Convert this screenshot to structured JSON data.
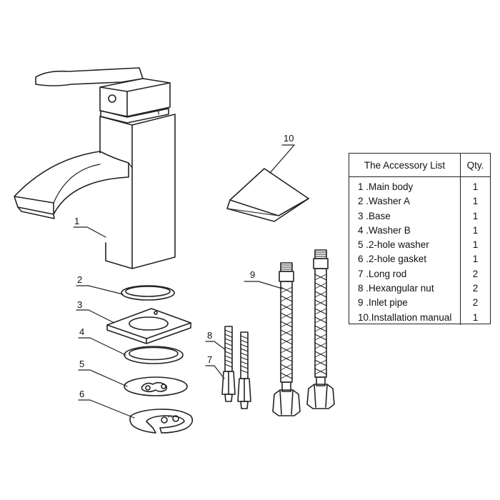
{
  "callouts": [
    "10",
    "1",
    "2",
    "3",
    "4",
    "5",
    "6",
    "8",
    "7",
    "9"
  ],
  "table": {
    "header_name": "The Accessory List",
    "header_qty": "Qty.",
    "rows": [
      {
        "name": "1 .Main body",
        "qty": "1"
      },
      {
        "name": "2 .Washer A",
        "qty": "1"
      },
      {
        "name": "3 .Base",
        "qty": "1"
      },
      {
        "name": "4 .Washer B",
        "qty": "1"
      },
      {
        "name": "5 .2-hole washer",
        "qty": "1"
      },
      {
        "name": "6 .2-hole gasket",
        "qty": "1"
      },
      {
        "name": "7 .Long rod",
        "qty": "2"
      },
      {
        "name": "8 .Hexangular nut",
        "qty": "2"
      },
      {
        "name": "9 .Inlet pipe",
        "qty": "2"
      },
      {
        "name": "10.Installation manual",
        "qty": "1"
      }
    ]
  }
}
